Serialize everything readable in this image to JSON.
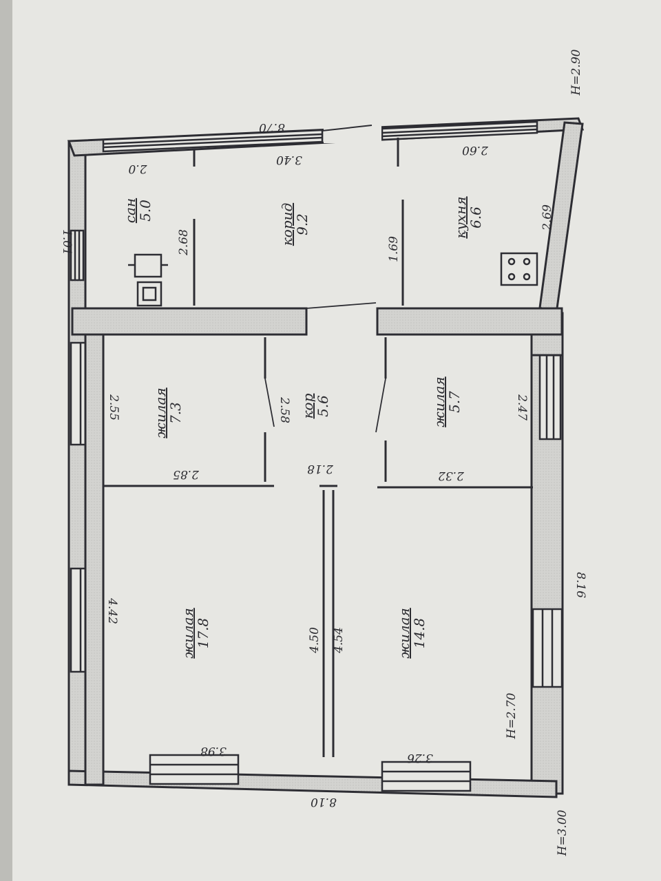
{
  "plan": {
    "dimensions": {
      "top_total": "8.70",
      "bottom_total": "8.10",
      "right_total": "8.16",
      "height_top_right": "H=2.90",
      "height_bottom_right": "H=3.00",
      "height_living": "H=2.70",
      "window_top_left": "1.01",
      "wc_width": "2.0",
      "corridor_width": "3.40",
      "kitchen_width": "2.60",
      "wc_side": "2.68",
      "corridor_side": "1.69",
      "kitchen_side": "2.69",
      "room1_len": "2.55",
      "room1_width": "2.85",
      "hall_len": "2.58",
      "hall_width": "2.18",
      "room2_len": "2.47",
      "room2_width": "2.32",
      "room3_len": "4.42",
      "room3_width": "3.98",
      "partition_a": "4.50",
      "partition_b": "4.54",
      "room4_width": "3.26"
    },
    "rooms": [
      {
        "name": "сан",
        "area": "5.0"
      },
      {
        "name": "корид",
        "area": "9.2"
      },
      {
        "name": "кухня",
        "area": "6.6"
      },
      {
        "name": "жилая",
        "area": "7.3"
      },
      {
        "name": "кор",
        "area": "5.6"
      },
      {
        "name": "жилая",
        "area": "5.7"
      },
      {
        "name": "жилая",
        "area": "17.8"
      },
      {
        "name": "жилая",
        "area": "14.8"
      }
    ]
  }
}
